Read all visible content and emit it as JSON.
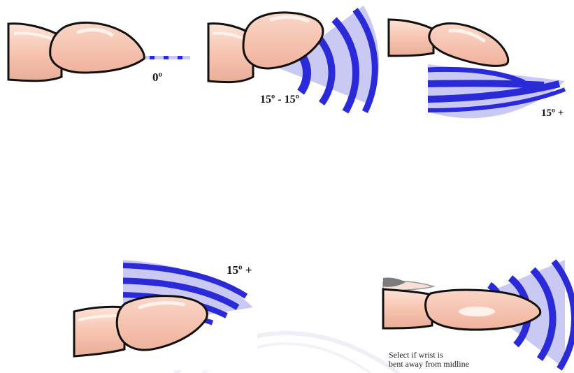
{
  "panels": {
    "angle_0": {
      "label": "0º"
    },
    "angle_15_15": {
      "label": "15º - 15º"
    },
    "angle_15_plus_down": {
      "label": "15º +"
    },
    "angle_15_plus_up": {
      "label": "15º +"
    },
    "wrist_away": {
      "note_line1": "Select if wrist is",
      "note_line2": "bent away from midline"
    }
  },
  "colors": {
    "skin": "#f7c9b6",
    "skin_dark": "#e3a48d",
    "nail_highlight": "#fff0ea",
    "outline": "#111111",
    "wave_fill": "#c9c9f4",
    "wave_band": "#2a2ad8",
    "watermark": "#e4e6f0"
  }
}
